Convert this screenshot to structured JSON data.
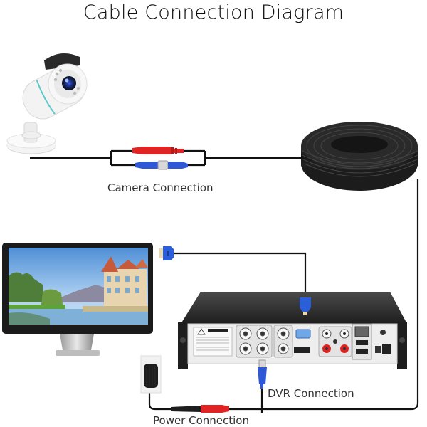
{
  "title": "Cable Connection Diagram",
  "labels": {
    "camera_connection": "Camera Connection",
    "dvr_connection": "DVR Connection",
    "power_connection": "Power Connection"
  },
  "components": [
    {
      "id": "camera",
      "name": "Bullet security camera",
      "color": "#f2f2f2",
      "accent": "#5cc8c8"
    },
    {
      "id": "cable_coil",
      "name": "Black Siamese cable coil",
      "color": "#1a1a1a"
    },
    {
      "id": "monitor",
      "name": "Monitor",
      "color": "#1b1b1b"
    },
    {
      "id": "vga_connector",
      "name": "VGA connector",
      "color": "#2b5fd9"
    },
    {
      "id": "dvr",
      "name": "DVR recorder",
      "color": "#2a2a2a"
    },
    {
      "id": "power_adapter",
      "name": "Power adapter",
      "color": "#1e1e1e"
    },
    {
      "id": "power_plug_red",
      "name": "Power plug (red)",
      "color": "#e02424"
    },
    {
      "id": "bnc_plug_blue",
      "name": "BNC video plug (blue)",
      "color": "#2f58d6"
    }
  ],
  "colors": {
    "line": "#111111",
    "red_plug": "#e02424",
    "blue_plug": "#2f58d6",
    "sky": "#6fa8dc"
  }
}
